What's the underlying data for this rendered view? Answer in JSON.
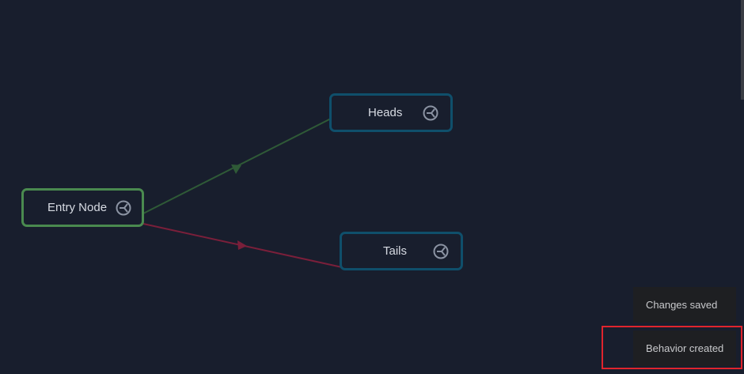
{
  "graph": {
    "nodes": [
      {
        "id": "entry",
        "label": "Entry Node",
        "icon": "exit-port-icon",
        "border_color": "#4a8a4f"
      },
      {
        "id": "heads",
        "label": "Heads",
        "icon": "exit-port-icon",
        "border_color": "#0f4f6b"
      },
      {
        "id": "tails",
        "label": "Tails",
        "icon": "exit-port-icon",
        "border_color": "#0f4f6b"
      }
    ],
    "edges": [
      {
        "from": "entry",
        "to": "heads",
        "color": "#2f5a37"
      },
      {
        "from": "entry",
        "to": "tails",
        "color": "#7a1f3a"
      }
    ]
  },
  "notifications": [
    {
      "text": "Changes saved"
    },
    {
      "text": "Behavior created",
      "highlighted": true
    }
  ],
  "colors": {
    "background": "#181e2d",
    "highlight": "#e0242d",
    "toast_bg": "#1e1f22"
  }
}
